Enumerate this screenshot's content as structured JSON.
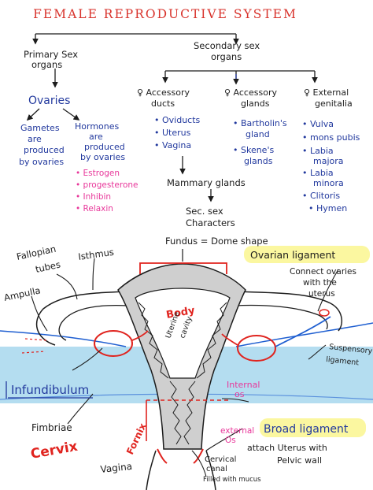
{
  "colors": {
    "ink": "#1c1c1c",
    "title": "#d8322b",
    "blue": "#22399e",
    "pink": "#e8379a",
    "red": "#e0241f",
    "band": "#b4ddf0",
    "bandLine": "#1f5fd1",
    "uterusFill": "#cfcfcf",
    "highlight": "#fbf7a0"
  },
  "title": "FEMALE REPRODUCTIVE SYSTEM",
  "tree": {
    "primary": {
      "line1": "Primary Sex",
      "line2": "organs"
    },
    "secondary": {
      "line1": "Secondary sex",
      "line2": "organs"
    },
    "ovaries": "Ovaries",
    "gametes": {
      "line1": "Gametes",
      "line2": "are",
      "line3": "produced",
      "line4": "by ovaries"
    },
    "hormones": {
      "line1": "Hormones",
      "line2": "are",
      "line3": "produced",
      "line4": "by ovaries"
    },
    "hormoneList": [
      "• Estrogen",
      "• progesterone",
      "• Inhibin",
      "• Relaxin"
    ],
    "ducts": {
      "line1": "♀ Accessory",
      "line2": "ducts",
      "items": [
        "• Oviducts",
        "• Uterus",
        "• Vagina"
      ]
    },
    "glands": {
      "line1": "♀ Accessory",
      "line2": "glands",
      "items": [
        "• Bartholin's",
        "gland",
        "• Skene's",
        "glands"
      ]
    },
    "genitalia": {
      "line1": "♀ External",
      "line2": "genitalia",
      "items": [
        "• Vulva",
        "• mons pubis",
        "• Labia",
        "majora",
        "• Labia",
        "minora",
        "• Clitoris",
        "• Hymen"
      ]
    },
    "mammary": "Mammary glands",
    "secsex": {
      "line1": "Sec. sex",
      "line2": "Characters"
    }
  },
  "labels": {
    "fallopian": {
      "line1": "Fallopian",
      "line2": "tubes"
    },
    "isthmus": "Isthmus",
    "fundus": "Fundus = Dome shape",
    "ampulla": "Ampulla",
    "ovarianLigament": "Ovarian ligament",
    "connect": {
      "line1": "Connect ovaries",
      "line2": "with the",
      "line3": "uterus"
    },
    "body": "Body",
    "uterine": {
      "line1": "Uterine",
      "line2": "cavity"
    },
    "suspensory": {
      "line1": "Suspensory",
      "line2": "ligament"
    },
    "infundibulum": "Infundibulum",
    "internal": {
      "line1": "Internal",
      "line2": "os"
    },
    "fimbriae": "Fimbriae",
    "broad": "Broad ligament",
    "attach": {
      "line1": "attach Uterus with",
      "line2": "Pelvic wall"
    },
    "cervix": "Cervix",
    "fornix": "Fornix",
    "external": {
      "line1": "external",
      "line2": "Os"
    },
    "vagina": "Vagina",
    "cervical": {
      "line1": "Cervical",
      "line2": "canal",
      "line3": "Filled with mucus"
    }
  }
}
